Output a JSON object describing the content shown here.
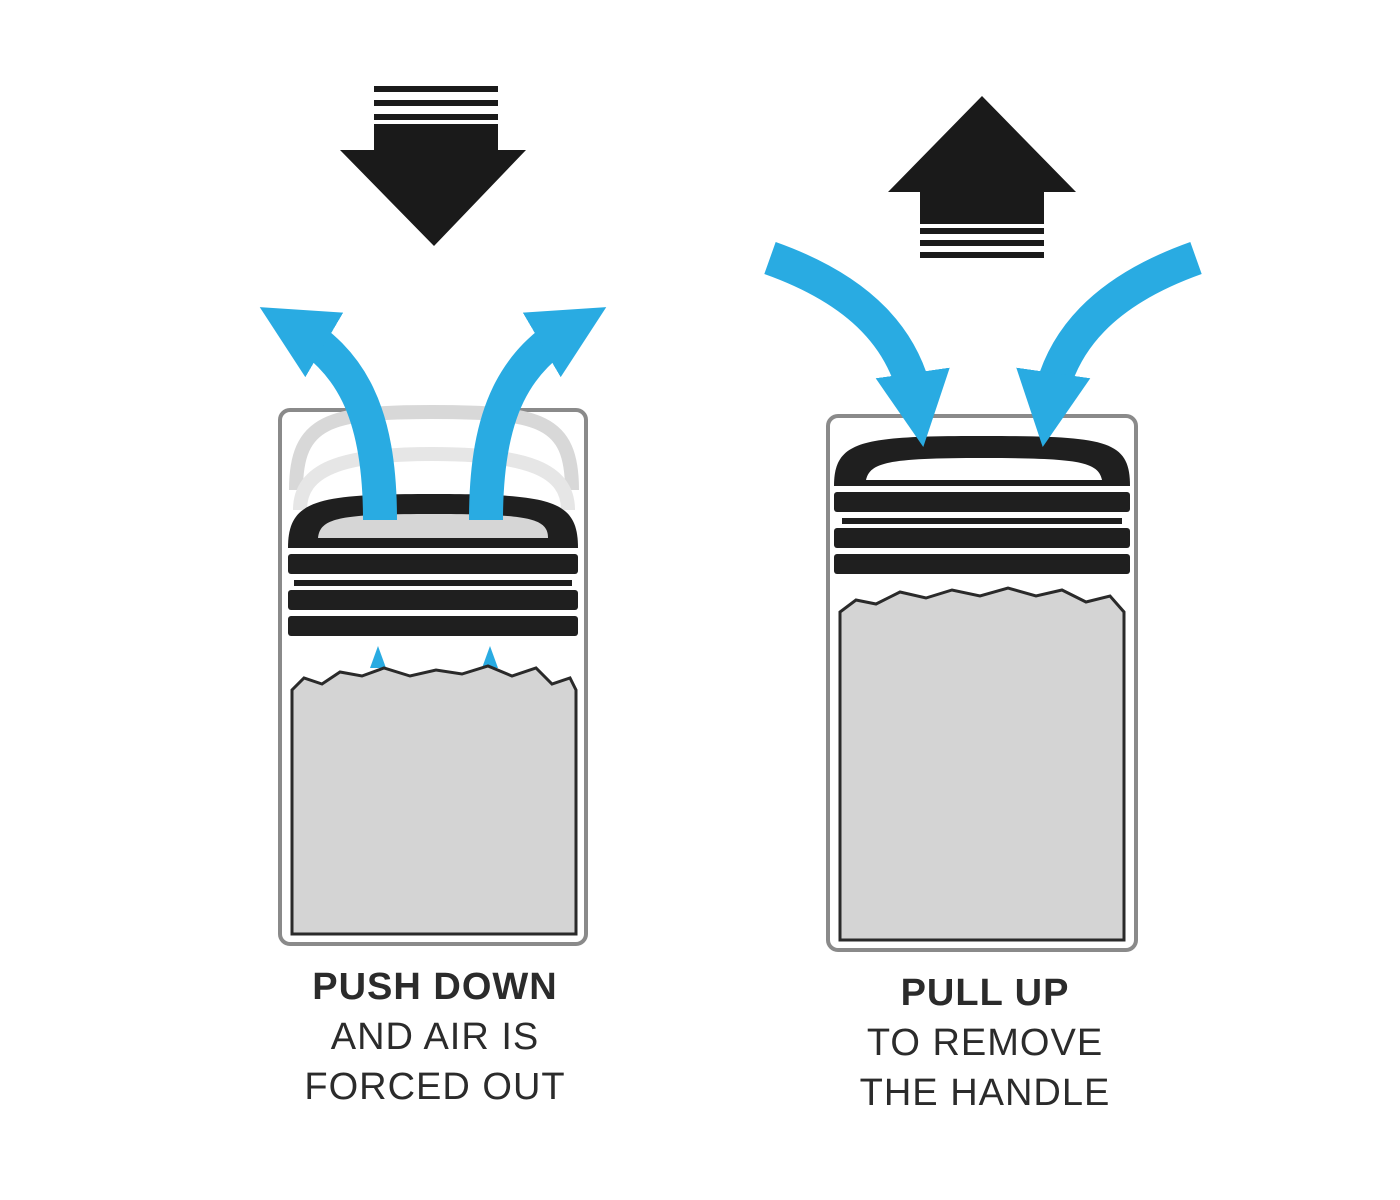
{
  "colors": {
    "air_arrow": "#29abe2",
    "handle": "#222222",
    "contents": "#d4d4d4",
    "jar_outline": "#8a8a8a",
    "ghost_handle": "#d9d9d9"
  },
  "panels": [
    {
      "id": "push",
      "title": "PUSH DOWN",
      "line1": "AND AIR IS",
      "line2": "FORCED OUT",
      "press_arrow_icon": "arrow-down-icon",
      "air_direction": "out"
    },
    {
      "id": "pull",
      "title": "PULL UP",
      "line1": "TO REMOVE",
      "line2": "THE HANDLE",
      "press_arrow_icon": "arrow-up-icon",
      "air_direction": "in"
    }
  ]
}
